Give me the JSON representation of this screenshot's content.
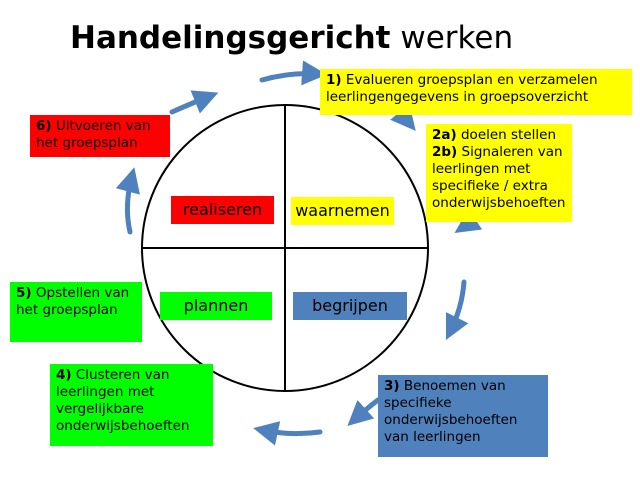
{
  "title": {
    "bold": "Handelingsgericht",
    "regular": "werken"
  },
  "steps": [
    {
      "num": "1)",
      "text": "Evalueren groepsplan en verzamelen leerlingengegevens in groepsoverzicht",
      "color": "#ffff00"
    },
    {
      "num": "2a)",
      "text": "doelen stellen",
      "color": "#ffff00"
    },
    {
      "num": "2b)",
      "text": "Signaleren van leerlingen met specifieke / extra onderwijsbehoeften",
      "color": "#ffff00"
    },
    {
      "num": "3)",
      "text": "Benoemen van specifieke onderwijsbehoeften van leerlingen",
      "color": "#4f81bd"
    },
    {
      "num": "4)",
      "text": "Clusteren van leerlingen met vergelijkbare onderwijsbehoeften",
      "color": "#00ff00"
    },
    {
      "num": "5)",
      "text": "Opstellen van het groepsplan",
      "color": "#00ff00"
    },
    {
      "num": "6)",
      "text": "Uitvoeren van het groepsplan",
      "color": "#ff0000"
    }
  ],
  "quadrants": [
    {
      "label": "realiseren",
      "color": "#ff0000"
    },
    {
      "label": "waarnemen",
      "color": "#ffff00"
    },
    {
      "label": "plannen",
      "color": "#00ff00"
    },
    {
      "label": "begrijpen",
      "color": "#4f81bd"
    }
  ],
  "arrow_color": "#4f81bd"
}
